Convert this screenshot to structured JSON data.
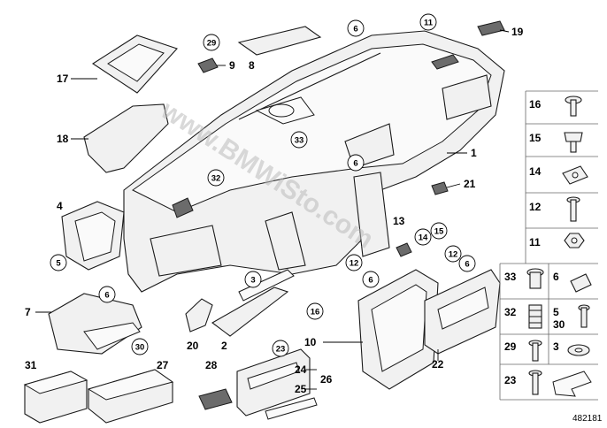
{
  "watermark": "www.BMWiSto.com",
  "catalog_number": "482181",
  "labels": {
    "p1": "1",
    "p2": "2",
    "p3": "3",
    "p4": "4",
    "p5": "5",
    "p6": "6",
    "p7": "7",
    "p8": "8",
    "p9": "9",
    "p10": "10",
    "p11": "11",
    "p12": "12",
    "p13": "13",
    "p14": "14",
    "p15": "15",
    "p16": "16",
    "p17": "17",
    "p18": "18",
    "p19": "19",
    "p20": "20",
    "p21": "21",
    "p22": "22",
    "p23": "23",
    "p24": "24",
    "p25": "25",
    "p26": "26",
    "p27": "27",
    "p28": "28",
    "p29": "29",
    "p30": "30",
    "p31": "31",
    "p32": "32",
    "p33": "33"
  },
  "fastener_grid": [
    {
      "left": "16",
      "right": ""
    },
    {
      "left": "15",
      "right": ""
    },
    {
      "left": "14",
      "right": ""
    },
    {
      "left": "12",
      "right": ""
    },
    {
      "left": "11",
      "right": ""
    },
    {
      "left": "33",
      "right": "6"
    },
    {
      "left": "32",
      "right": "5",
      "right2": "30"
    },
    {
      "left": "29",
      "right": "3"
    },
    {
      "left": "23",
      "right": ""
    }
  ]
}
